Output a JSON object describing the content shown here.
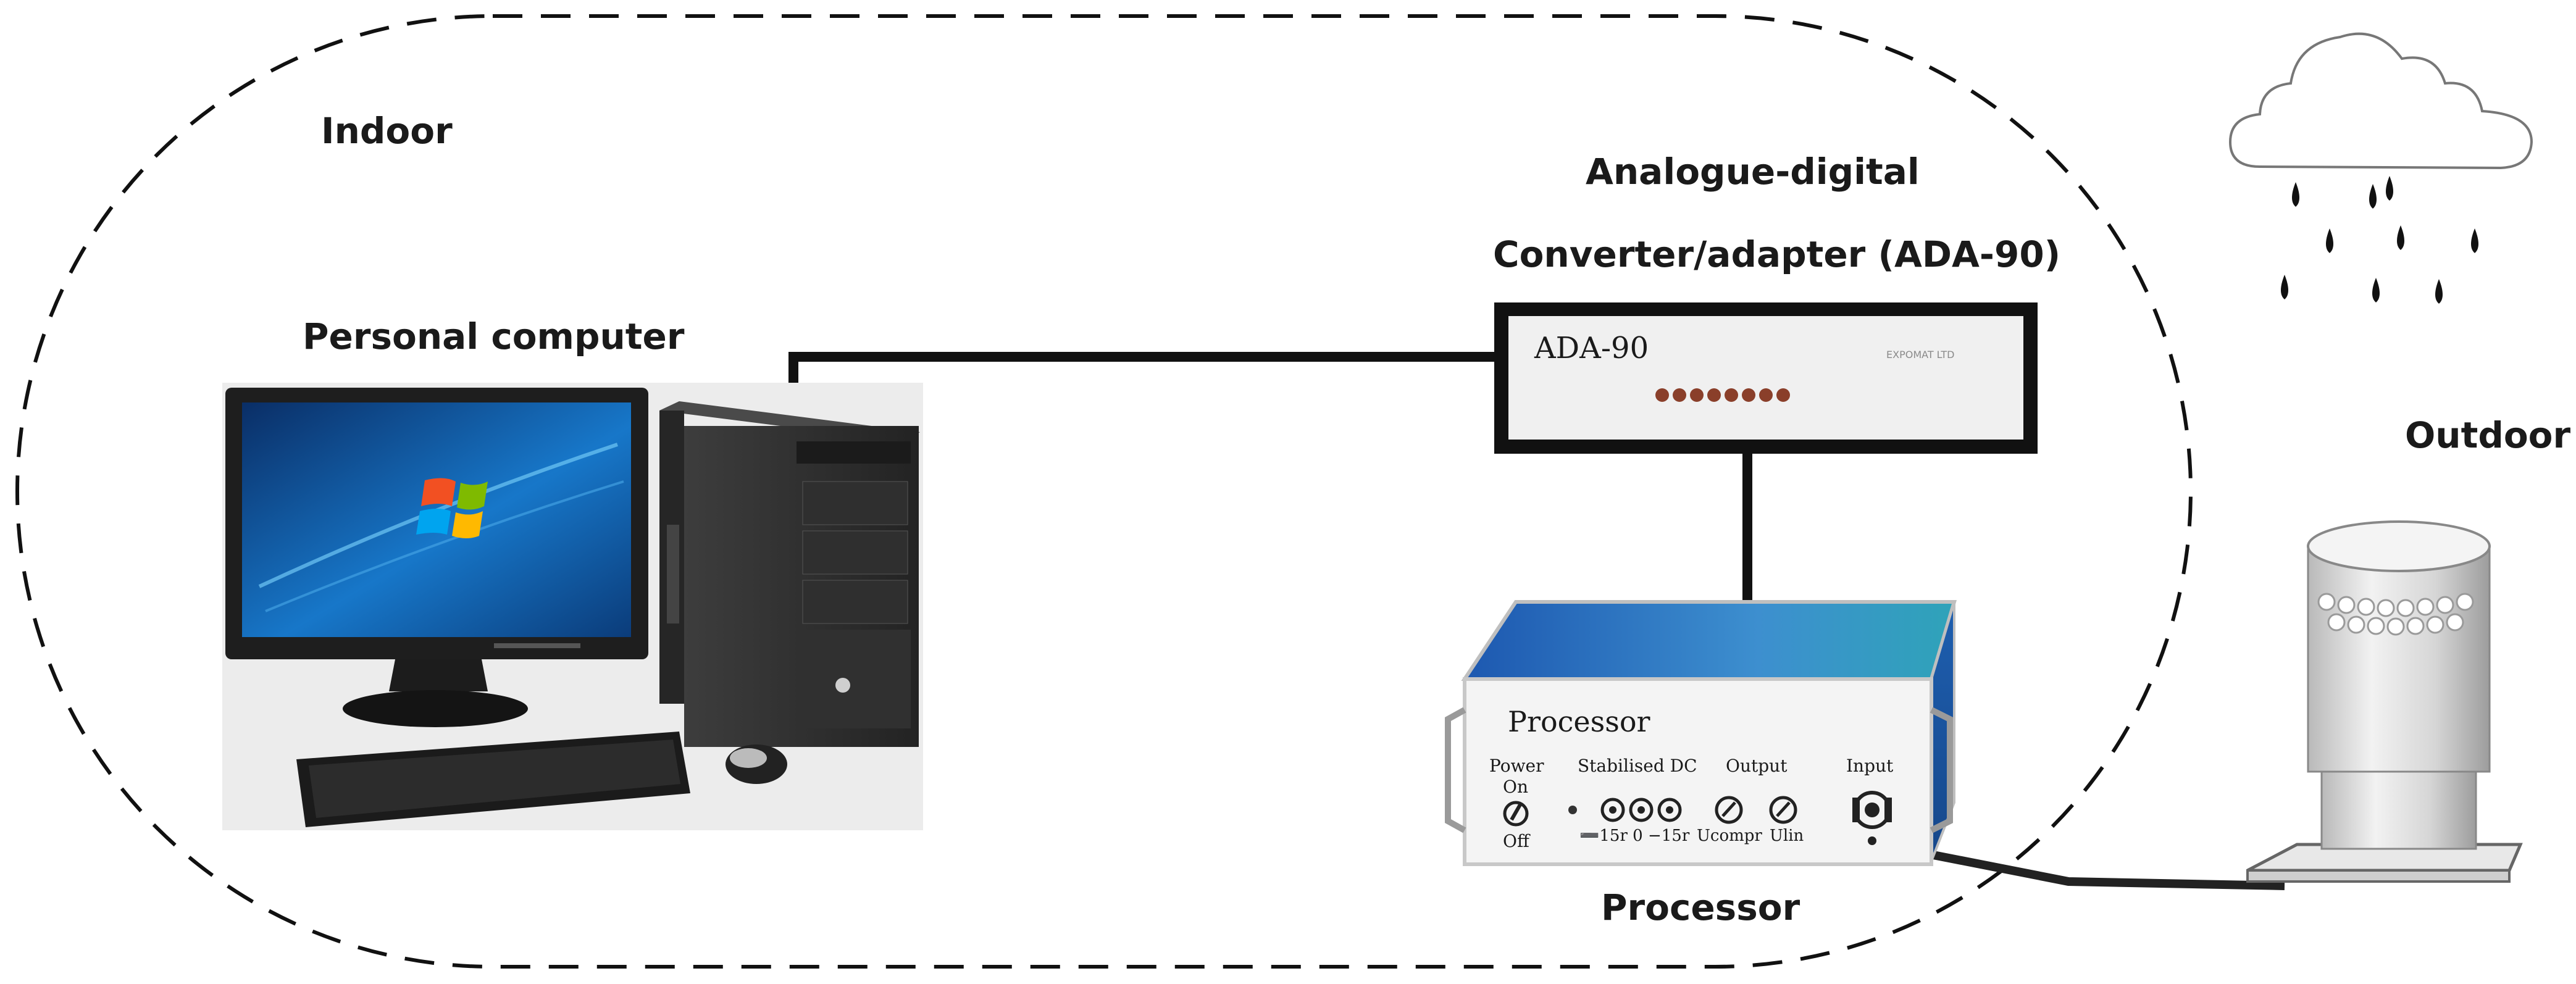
{
  "labels": {
    "indoor": "Indoor",
    "outdoor": "Outdoor",
    "pc": "Personal computer",
    "adc_line1": "Analogue-digital",
    "adc_line2": "Converter/adapter (ADA-90)",
    "processor_caption": "Processor"
  },
  "adc_device": {
    "front_label": "ADA-90",
    "brand_mark": "EXPOMAT LTD"
  },
  "processor_device": {
    "title": "Processor",
    "power": "Power",
    "on": "On",
    "off": "Off",
    "stabilised_dc": "Stabilised DC",
    "output": "Output",
    "input": "Input",
    "dc_scale": "➖15r  0  −15r",
    "out_ucompr": "Ucompr",
    "out_ulin": "Ulin"
  },
  "colors": {
    "line": "#111111",
    "dash": "#111111",
    "screen_blue": "#0f5aa8",
    "processor_blue": "#1e5fb0",
    "panel_grey": "#f0f0f0"
  }
}
